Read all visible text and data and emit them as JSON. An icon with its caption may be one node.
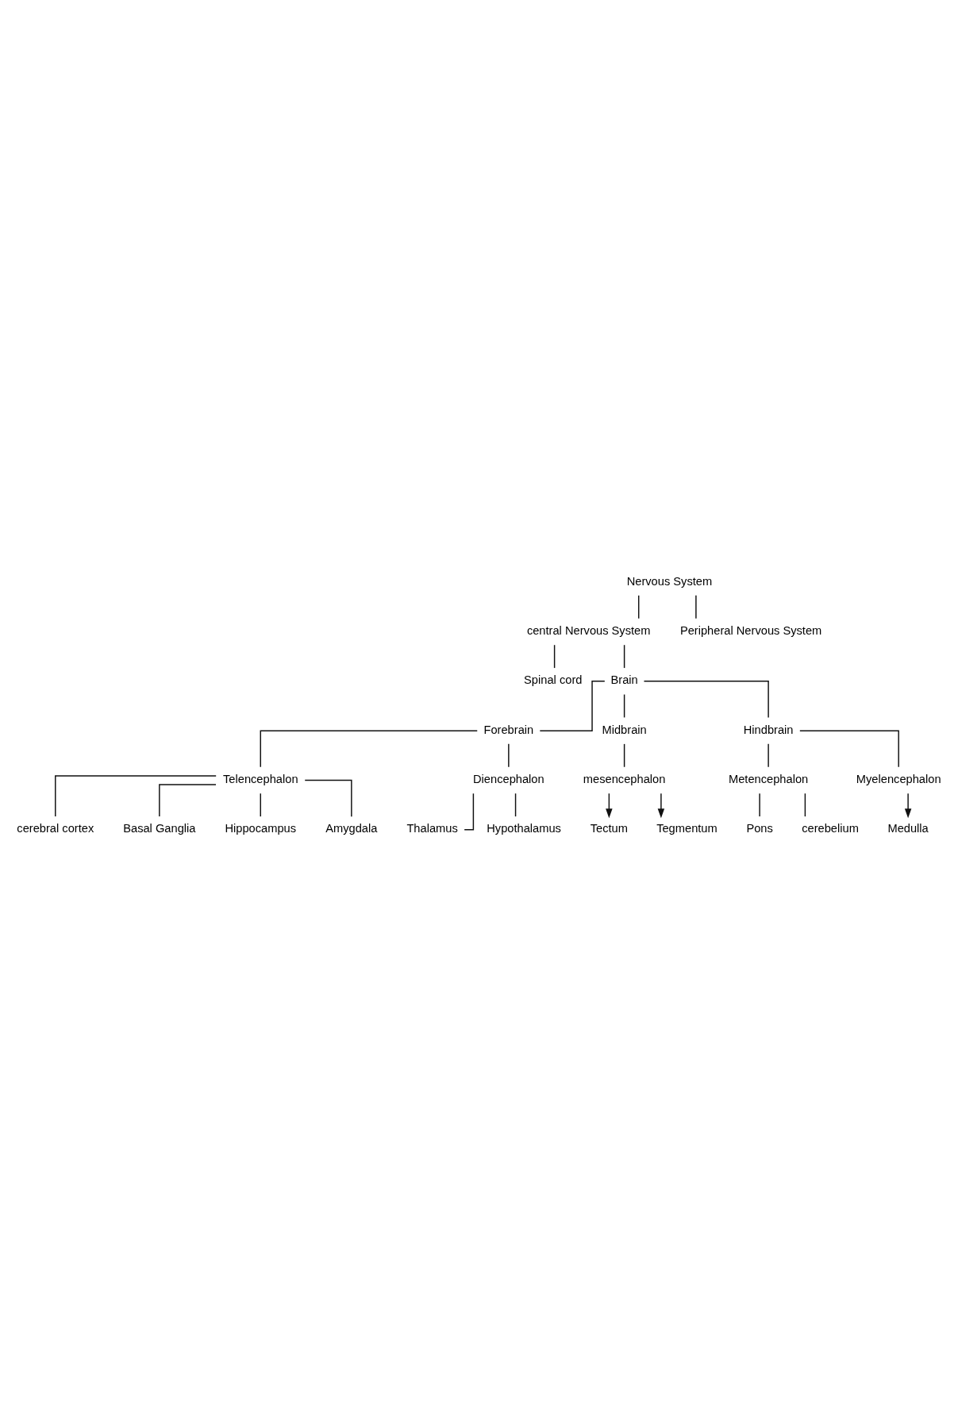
{
  "diagram": {
    "nodes": [
      {
        "text": [
          "Nervous System"
        ]
      },
      {
        "text": [
          "central Nervous System"
        ]
      },
      {
        "text": [
          "Peripheral Nervous System"
        ]
      },
      {
        "text": [
          "Spinal cord"
        ]
      },
      {
        "text": [
          "Brain"
        ]
      },
      {
        "text": [
          "Forebrain"
        ]
      },
      {
        "text": [
          "Midbrain"
        ]
      },
      {
        "text": [
          "Hindbrain"
        ]
      },
      {
        "text": [
          "mesencephalon"
        ]
      },
      {
        "text": [
          "Tectum"
        ]
      },
      {
        "text": [
          "Tegmentum"
        ]
      },
      {
        "text": [
          "Telencephalon"
        ]
      },
      {
        "text": [
          "Diencephalon"
        ]
      },
      {
        "text": [
          "cerebral cortex"
        ]
      },
      {
        "text": [
          "Basal Ganglia"
        ]
      },
      {
        "text": [
          "Hippocampus"
        ]
      },
      {
        "text": [
          "Amygdala"
        ]
      },
      {
        "text": [
          "Thalamus"
        ]
      },
      {
        "text": [
          "Hypothalamus"
        ]
      },
      {
        "text": [
          "Metencephalon"
        ]
      },
      {
        "text": [
          "Myelencephalon"
        ]
      },
      {
        "text": [
          "Pons"
        ]
      },
      {
        "text": [
          "Medulla"
        ]
      },
      {
        "text": [
          "cerebelium"
        ]
      }
    ],
    "edges": [
      {
        "from": 0,
        "to": 1,
        "arrow": "none"
      },
      {
        "from": 0,
        "to": 2,
        "arrow": "none"
      },
      {
        "from": 1,
        "to": 3,
        "arrow": "none"
      },
      {
        "from": 1,
        "to": 4,
        "arrow": "none"
      },
      {
        "from": 4,
        "to": 5,
        "arrow": "none"
      },
      {
        "from": 4,
        "to": 6,
        "arrow": "none"
      },
      {
        "from": 4,
        "to": 7,
        "arrow": "none"
      },
      {
        "from": 6,
        "to": 8,
        "arrow": "none"
      },
      {
        "from": 8,
        "to": 9,
        "arrow": "to"
      },
      {
        "from": 8,
        "to": 10,
        "arrow": "to"
      },
      {
        "from": 5,
        "to": 11,
        "arrow": "none"
      },
      {
        "from": 5,
        "to": 12,
        "arrow": "none"
      },
      {
        "from": 11,
        "to": 13,
        "arrow": "none"
      },
      {
        "from": 11,
        "to": 14,
        "arrow": "none"
      },
      {
        "from": 11,
        "to": 15,
        "arrow": "none"
      },
      {
        "from": 11,
        "to": 16,
        "arrow": "none"
      },
      {
        "from": 12,
        "to": 17,
        "arrow": "none"
      },
      {
        "from": 12,
        "to": 18,
        "arrow": "none"
      },
      {
        "from": 7,
        "to": 19,
        "arrow": "none"
      },
      {
        "from": 7,
        "to": 20,
        "arrow": "none"
      },
      {
        "from": 19,
        "to": 21,
        "arrow": "none"
      },
      {
        "from": 19,
        "to": 23,
        "arrow": "none"
      },
      {
        "from": 20,
        "to": 22,
        "arrow": "to"
      }
    ]
  }
}
